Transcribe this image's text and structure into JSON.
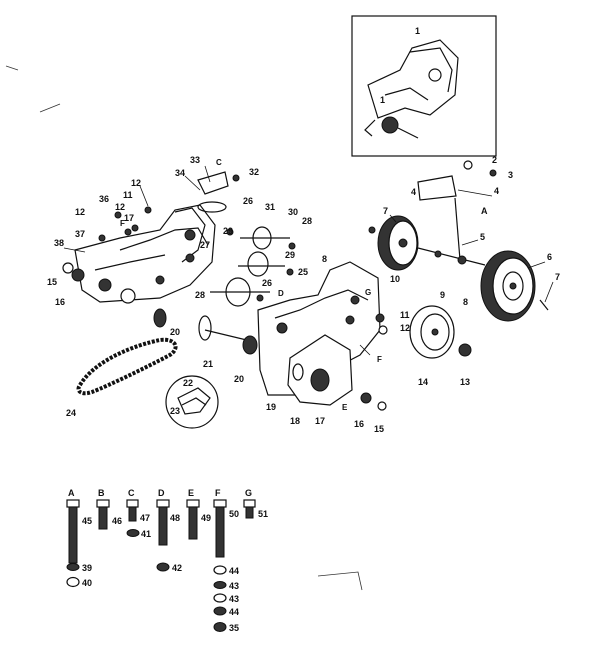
{
  "callouts": {
    "inset": [
      "1",
      "1"
    ],
    "main": [
      "33",
      "32",
      "34",
      "12",
      "11",
      "12",
      "12",
      "17",
      "36",
      "37",
      "38",
      "15",
      "16",
      "26",
      "29",
      "27",
      "28",
      "30",
      "31",
      "29",
      "25",
      "26",
      "28",
      "20",
      "21",
      "20",
      "22",
      "23",
      "24",
      "19",
      "18",
      "17",
      "16",
      "15",
      "2",
      "3",
      "4",
      "4",
      "7",
      "8",
      "A",
      "5",
      "10",
      "9",
      "8",
      "6",
      "7",
      "11",
      "12",
      "14",
      "13",
      "C",
      "D",
      "E",
      "F",
      "F",
      "G"
    ]
  },
  "hardware": {
    "letters": [
      "A",
      "B",
      "C",
      "D",
      "E",
      "F",
      "G"
    ],
    "numbers": [
      "45",
      "46",
      "47",
      "48",
      "49",
      "50",
      "51",
      "41",
      "39",
      "40",
      "42",
      "44",
      "43",
      "43",
      "44",
      "35"
    ]
  }
}
